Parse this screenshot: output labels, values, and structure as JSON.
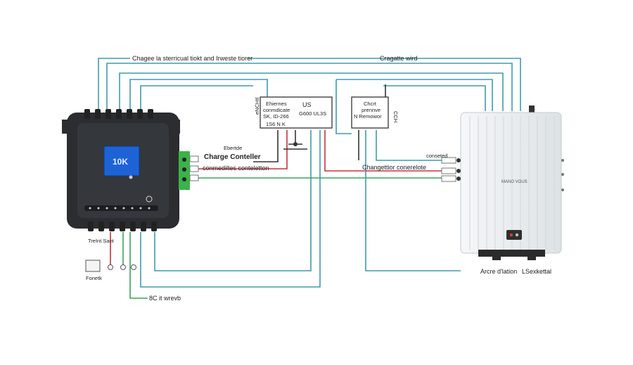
{
  "labels": {
    "top_left_wire": "Chagee la sterricual tiokt and Irweste tiorer",
    "top_right_wire": "Cragatte wird",
    "box_left_line1": "Ehiernes",
    "box_left_line2": "conmdicate",
    "box_left_line3": "SK, ID-266",
    "box_left_mid": "US",
    "box_left_mid2": "G600 UL3S",
    "box_left_pins": "1S6  N  K",
    "box_left_side": "eNCHtl",
    "box_right_line1": "Chcrt",
    "box_right_line2": "prennve",
    "box_right_line3": "N Remowor",
    "box_right_side": "CCH",
    "controller_above": "Ebertde",
    "controller_title": "Charge Conteller",
    "controller_conn": "conmediltes conteletton",
    "inverter_conn": "Changettior conerelote",
    "inverter_right_label": "conseted",
    "controller_screen": "10K",
    "inverter_brand": "MANO VOUS",
    "inverter_bottom_left": "Arcre d'lation",
    "inverter_bottom_right": "LSexkettal",
    "bottom_left_box": "Fonetk",
    "bottom_wire": "8C it wrevb",
    "controller_bottom_tags": "TreInt Sant"
  },
  "colors": {
    "teal_wire": "#3f9bb0",
    "red_wire": "#c8323a",
    "green_wire": "#3aa55b",
    "controller_body": "#2b2d30",
    "screen": "#1e63d6",
    "inverter_body": "#eceff1",
    "terminal_green": "#3bb24a"
  },
  "icons": {
    "controller_icon": "charge-controller-icon",
    "inverter_icon": "inverter-icon",
    "breaker_icon": "breaker-icon"
  }
}
